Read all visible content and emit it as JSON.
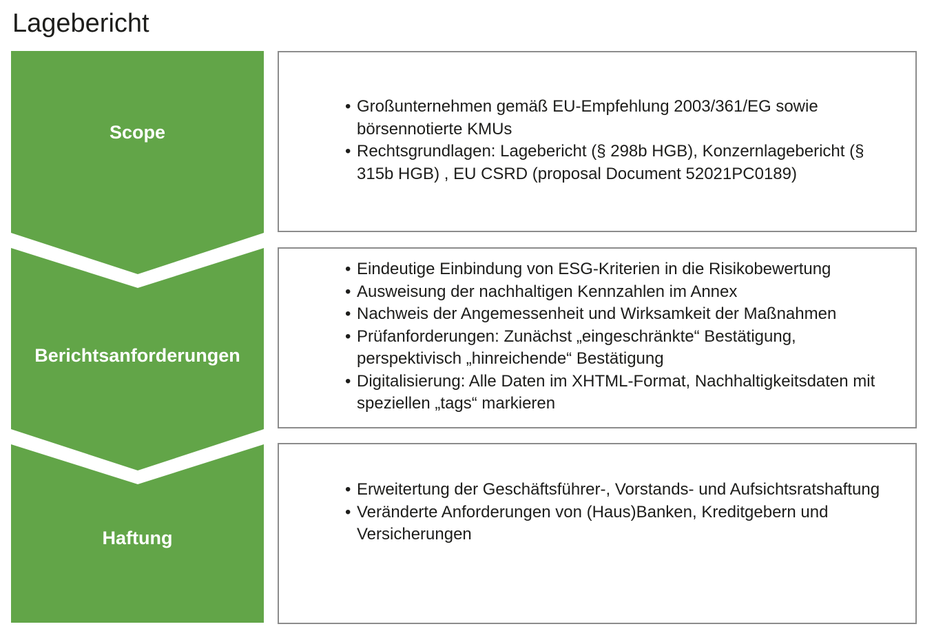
{
  "title": "Lagebericht",
  "colors": {
    "accent_green": "#62a548",
    "box_border": "#8c8c8c",
    "text": "#1d1d1b"
  },
  "steps": [
    {
      "label": "Scope",
      "bullets": [
        "Großunternehmen gemäß EU-Empfehlung 2003/361/EG sowie börsennotierte KMUs",
        "Rechtsgrundlagen: Lagebericht (§ 298b HGB), Konzernlagebericht (§ 315b HGB) , EU CSRD (proposal Document 52021PC0189)"
      ]
    },
    {
      "label": "Berichtsanforderungen",
      "bullets": [
        "Eindeutige Einbindung von ESG-Kriterien in die Risikobewertung",
        "Ausweisung der nachhaltigen Kennzahlen im Annex",
        "Nachweis der Angemessenheit und Wirksamkeit der Maßnahmen",
        "Prüfanforderungen: Zunächst „eingeschränkte“ Bestätigung, perspektivisch „hinreichende“ Bestätigung",
        "Digitalisierung: Alle Daten im XHTML-Format, Nachhaltigkeitsdaten mit speziellen „tags“ markieren"
      ]
    },
    {
      "label": "Haftung",
      "bullets": [
        "Erweitertung der Geschäftsführer-, Vorstands- und Aufsichtsratshaftung",
        "Veränderte Anforderungen von (Haus)Banken, Kreditgebern und Versicherungen"
      ]
    }
  ]
}
